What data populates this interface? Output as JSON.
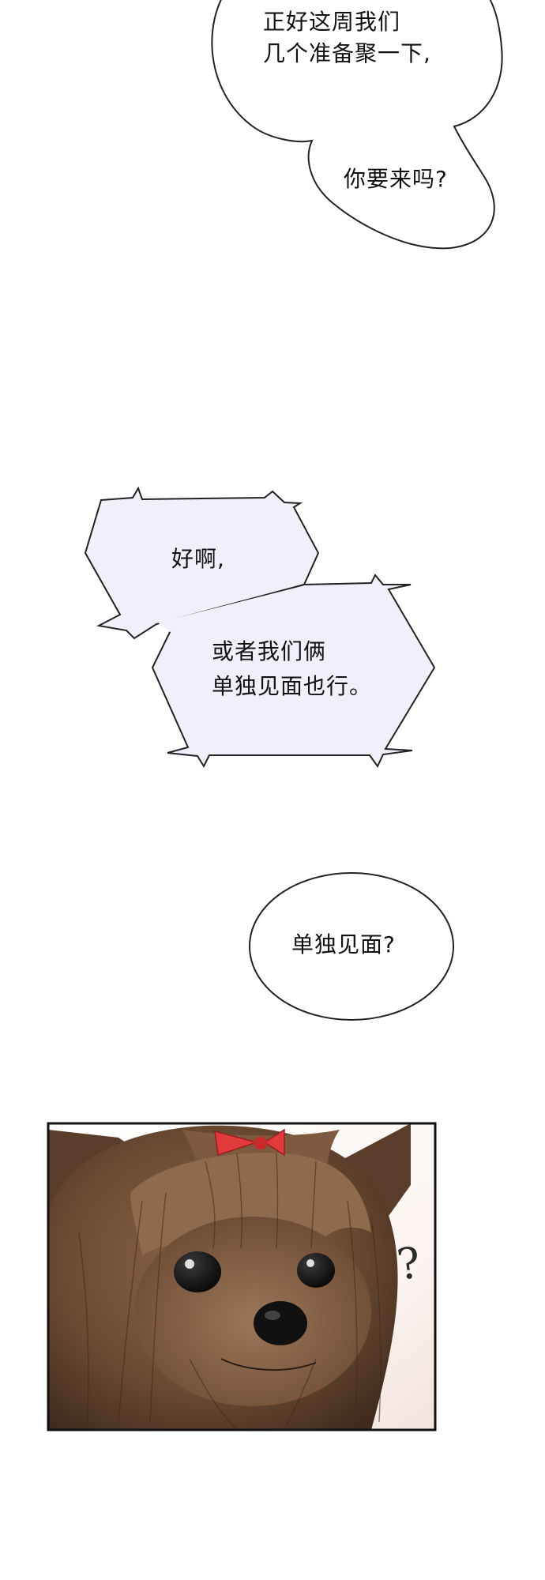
{
  "speech_bubbles": {
    "invite_line_1": "正好这周我们",
    "invite_line_2": "几个准备聚一下,",
    "invite_question": "你要来吗?",
    "reply_ok": "好啊,",
    "reply_line_1": "或者我们俩",
    "reply_line_2": "单独见面也行。",
    "meet_alone_question": "单独见面?"
  },
  "panel": {
    "question_mark": "?"
  },
  "colors": {
    "background": "#ffffff",
    "spiky_bubble_fill": "#f0f0fb",
    "bubble_stroke": "#222222",
    "bow": "#e23b3b",
    "dog_fur": "#6b4a32"
  }
}
